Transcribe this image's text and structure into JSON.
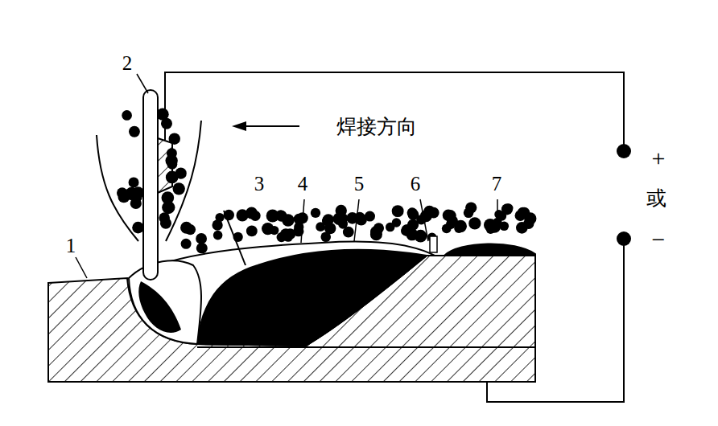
{
  "diagram": {
    "labels": [
      "1",
      "2",
      "3",
      "4",
      "5",
      "6",
      "7",
      "焊接方向",
      "+",
      "或",
      "−"
    ]
  }
}
